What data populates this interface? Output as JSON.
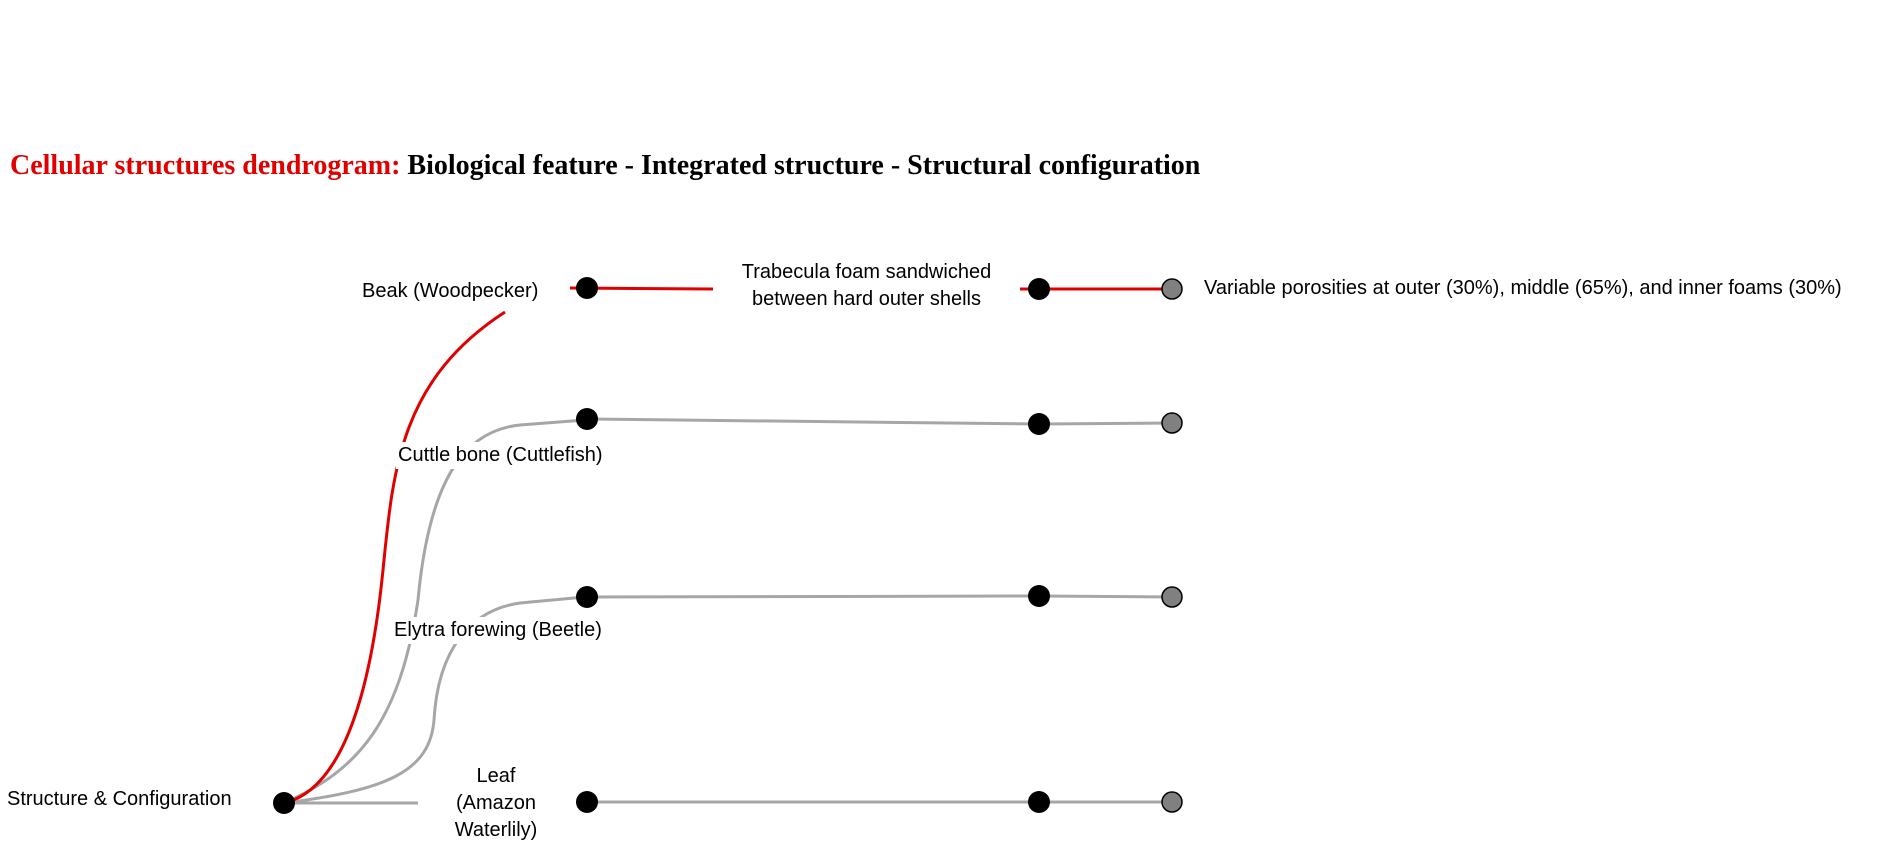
{
  "title": {
    "highlight": "Cellular structures dendrogram:",
    "text": "Biological feature - Integrated structure - Structural configuration"
  },
  "root": {
    "label": "Structure & Configuration"
  },
  "branches": [
    {
      "feature": "Beak (Woodpecker)",
      "structure": [
        "Trabecula foam sandwiched",
        "between hard outer shells"
      ],
      "configuration": "Variable porosities at outer (30%), middle (65%), and inner foams (30%)",
      "highlighted": true
    },
    {
      "feature": "Cuttle bone (Cuttlefish)",
      "structure": [],
      "configuration": "",
      "highlighted": false
    },
    {
      "feature": "Elytra forewing (Beetle)",
      "structure": [],
      "configuration": "",
      "highlighted": false
    },
    {
      "feature": [
        "Leaf",
        "(Amazon",
        "Waterlily)"
      ],
      "structure": [],
      "configuration": "",
      "highlighted": false
    }
  ],
  "colors": {
    "highlight": "#e00000",
    "link": "#a6a6a6",
    "node": "#000000",
    "leaf_node": "#808080"
  }
}
